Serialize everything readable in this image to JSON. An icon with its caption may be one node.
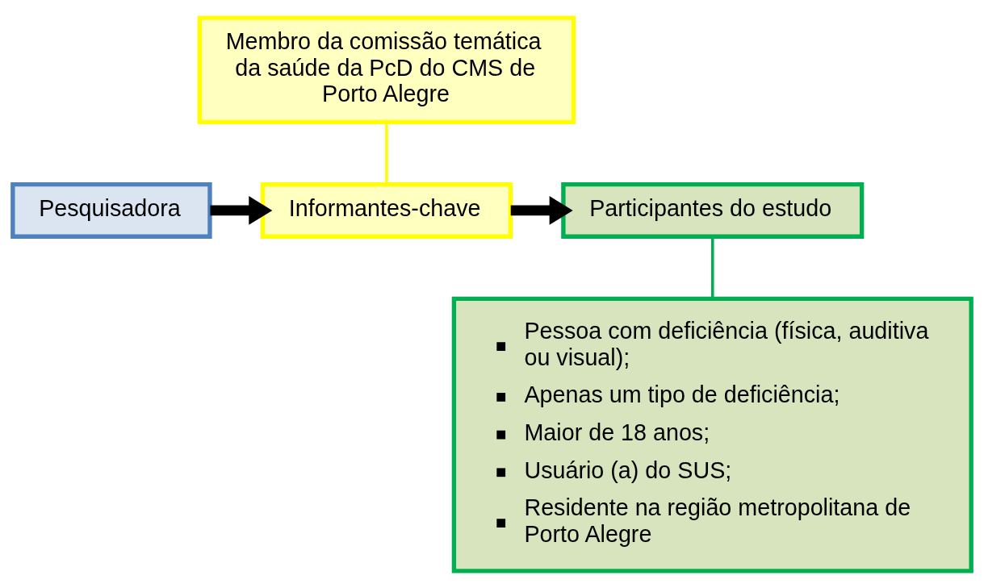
{
  "diagram": {
    "nodes": [
      {
        "text": [
          "Membro da comissão temática da saúde da PcD do CMS de Porto Alegre"
        ]
      },
      {
        "text": [
          "Pesquisadora"
        ]
      },
      {
        "text": [
          "Informantes-chave"
        ]
      },
      {
        "text": [
          "Participantes do estudo"
        ]
      },
      {
        "text": [
          "Pessoa com deficiência (física, auditiva ou visual);",
          "Apenas um tipo de deficiência;",
          "Maior de 18 anos;",
          "Usuário (a) do SUS;",
          "Residente na região metropolitana de Porto Alegre"
        ]
      }
    ],
    "edges": [
      {
        "from": 1,
        "to": 2,
        "arrow": "to",
        "style": "thick"
      },
      {
        "from": 2,
        "to": 3,
        "arrow": "to",
        "style": "thick"
      },
      {
        "from": 0,
        "to": 2,
        "arrow": "none",
        "color": "#ffff00"
      },
      {
        "from": 3,
        "to": 4,
        "arrow": "none",
        "color": "#00b050"
      }
    ]
  }
}
